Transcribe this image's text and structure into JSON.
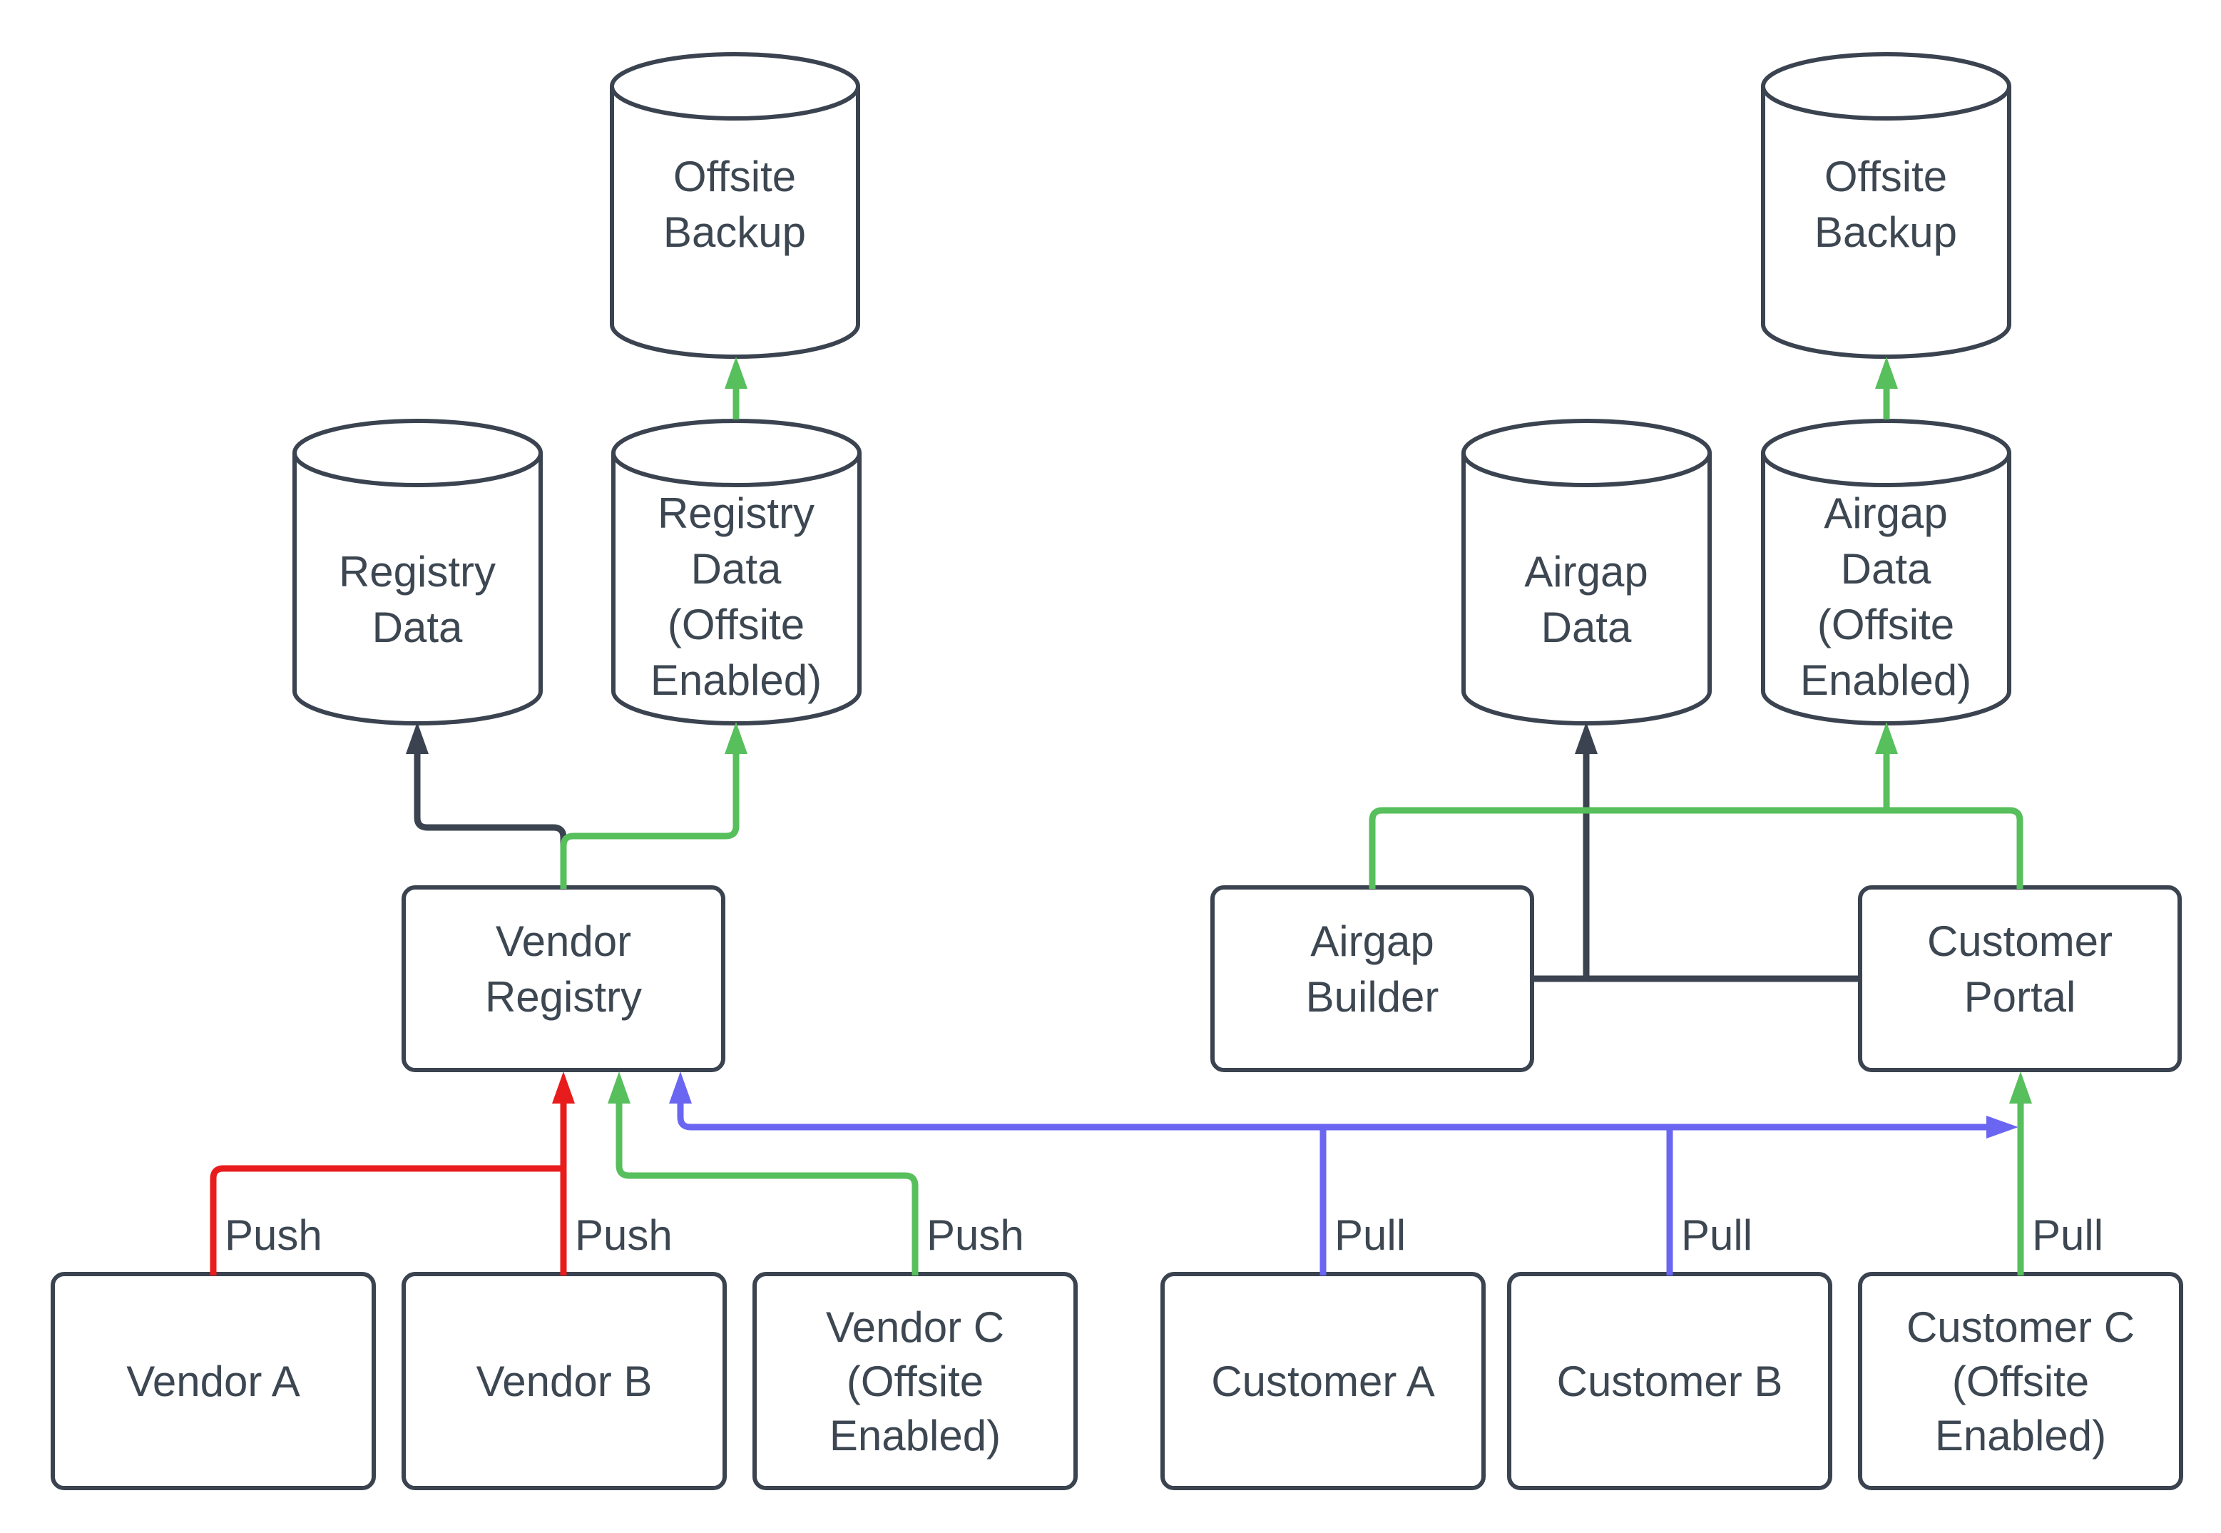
{
  "diagram": {
    "background": "#ffffff",
    "colors": {
      "node_stroke": "#3a434f",
      "node_fill": "#ffffff",
      "text": "#3d4752",
      "red": "#e81c1c",
      "green": "#57bf5c",
      "blue": "#6a66f2"
    },
    "cylinders": {
      "offsite_backup_left": {
        "lines": [
          "Offsite",
          "Backup"
        ]
      },
      "registry_data": {
        "lines": [
          "Registry",
          "Data"
        ]
      },
      "registry_data_offsite": {
        "lines": [
          "Registry",
          "Data",
          "(Offsite",
          "Enabled)"
        ]
      },
      "airgap_data": {
        "lines": [
          "Airgap",
          "Data"
        ]
      },
      "airgap_data_offsite": {
        "lines": [
          "Airgap",
          "Data",
          "(Offsite",
          "Enabled)"
        ]
      },
      "offsite_backup_right": {
        "lines": [
          "Offsite",
          "Backup"
        ]
      }
    },
    "processes": {
      "vendor_registry": {
        "lines": [
          "Vendor",
          "Registry"
        ]
      },
      "airgap_builder": {
        "lines": [
          "Airgap",
          "Builder"
        ]
      },
      "customer_portal": {
        "lines": [
          "Customer",
          "Portal"
        ]
      }
    },
    "endpoints": {
      "vendor_a": {
        "lines": [
          "Vendor A"
        ]
      },
      "vendor_b": {
        "lines": [
          "Vendor B"
        ]
      },
      "vendor_c": {
        "lines": [
          "Vendor C",
          "(Offsite",
          "Enabled)"
        ]
      },
      "customer_a": {
        "lines": [
          "Customer A"
        ]
      },
      "customer_b": {
        "lines": [
          "Customer B"
        ]
      },
      "customer_c": {
        "lines": [
          "Customer C",
          "(Offsite",
          "Enabled)"
        ]
      }
    },
    "edge_labels": {
      "push_vendor_a": "Push",
      "push_vendor_b": "Push",
      "push_vendor_c": "Push",
      "pull_customer_a": "Pull",
      "pull_customer_b": "Pull",
      "pull_customer_c": "Pull"
    }
  }
}
